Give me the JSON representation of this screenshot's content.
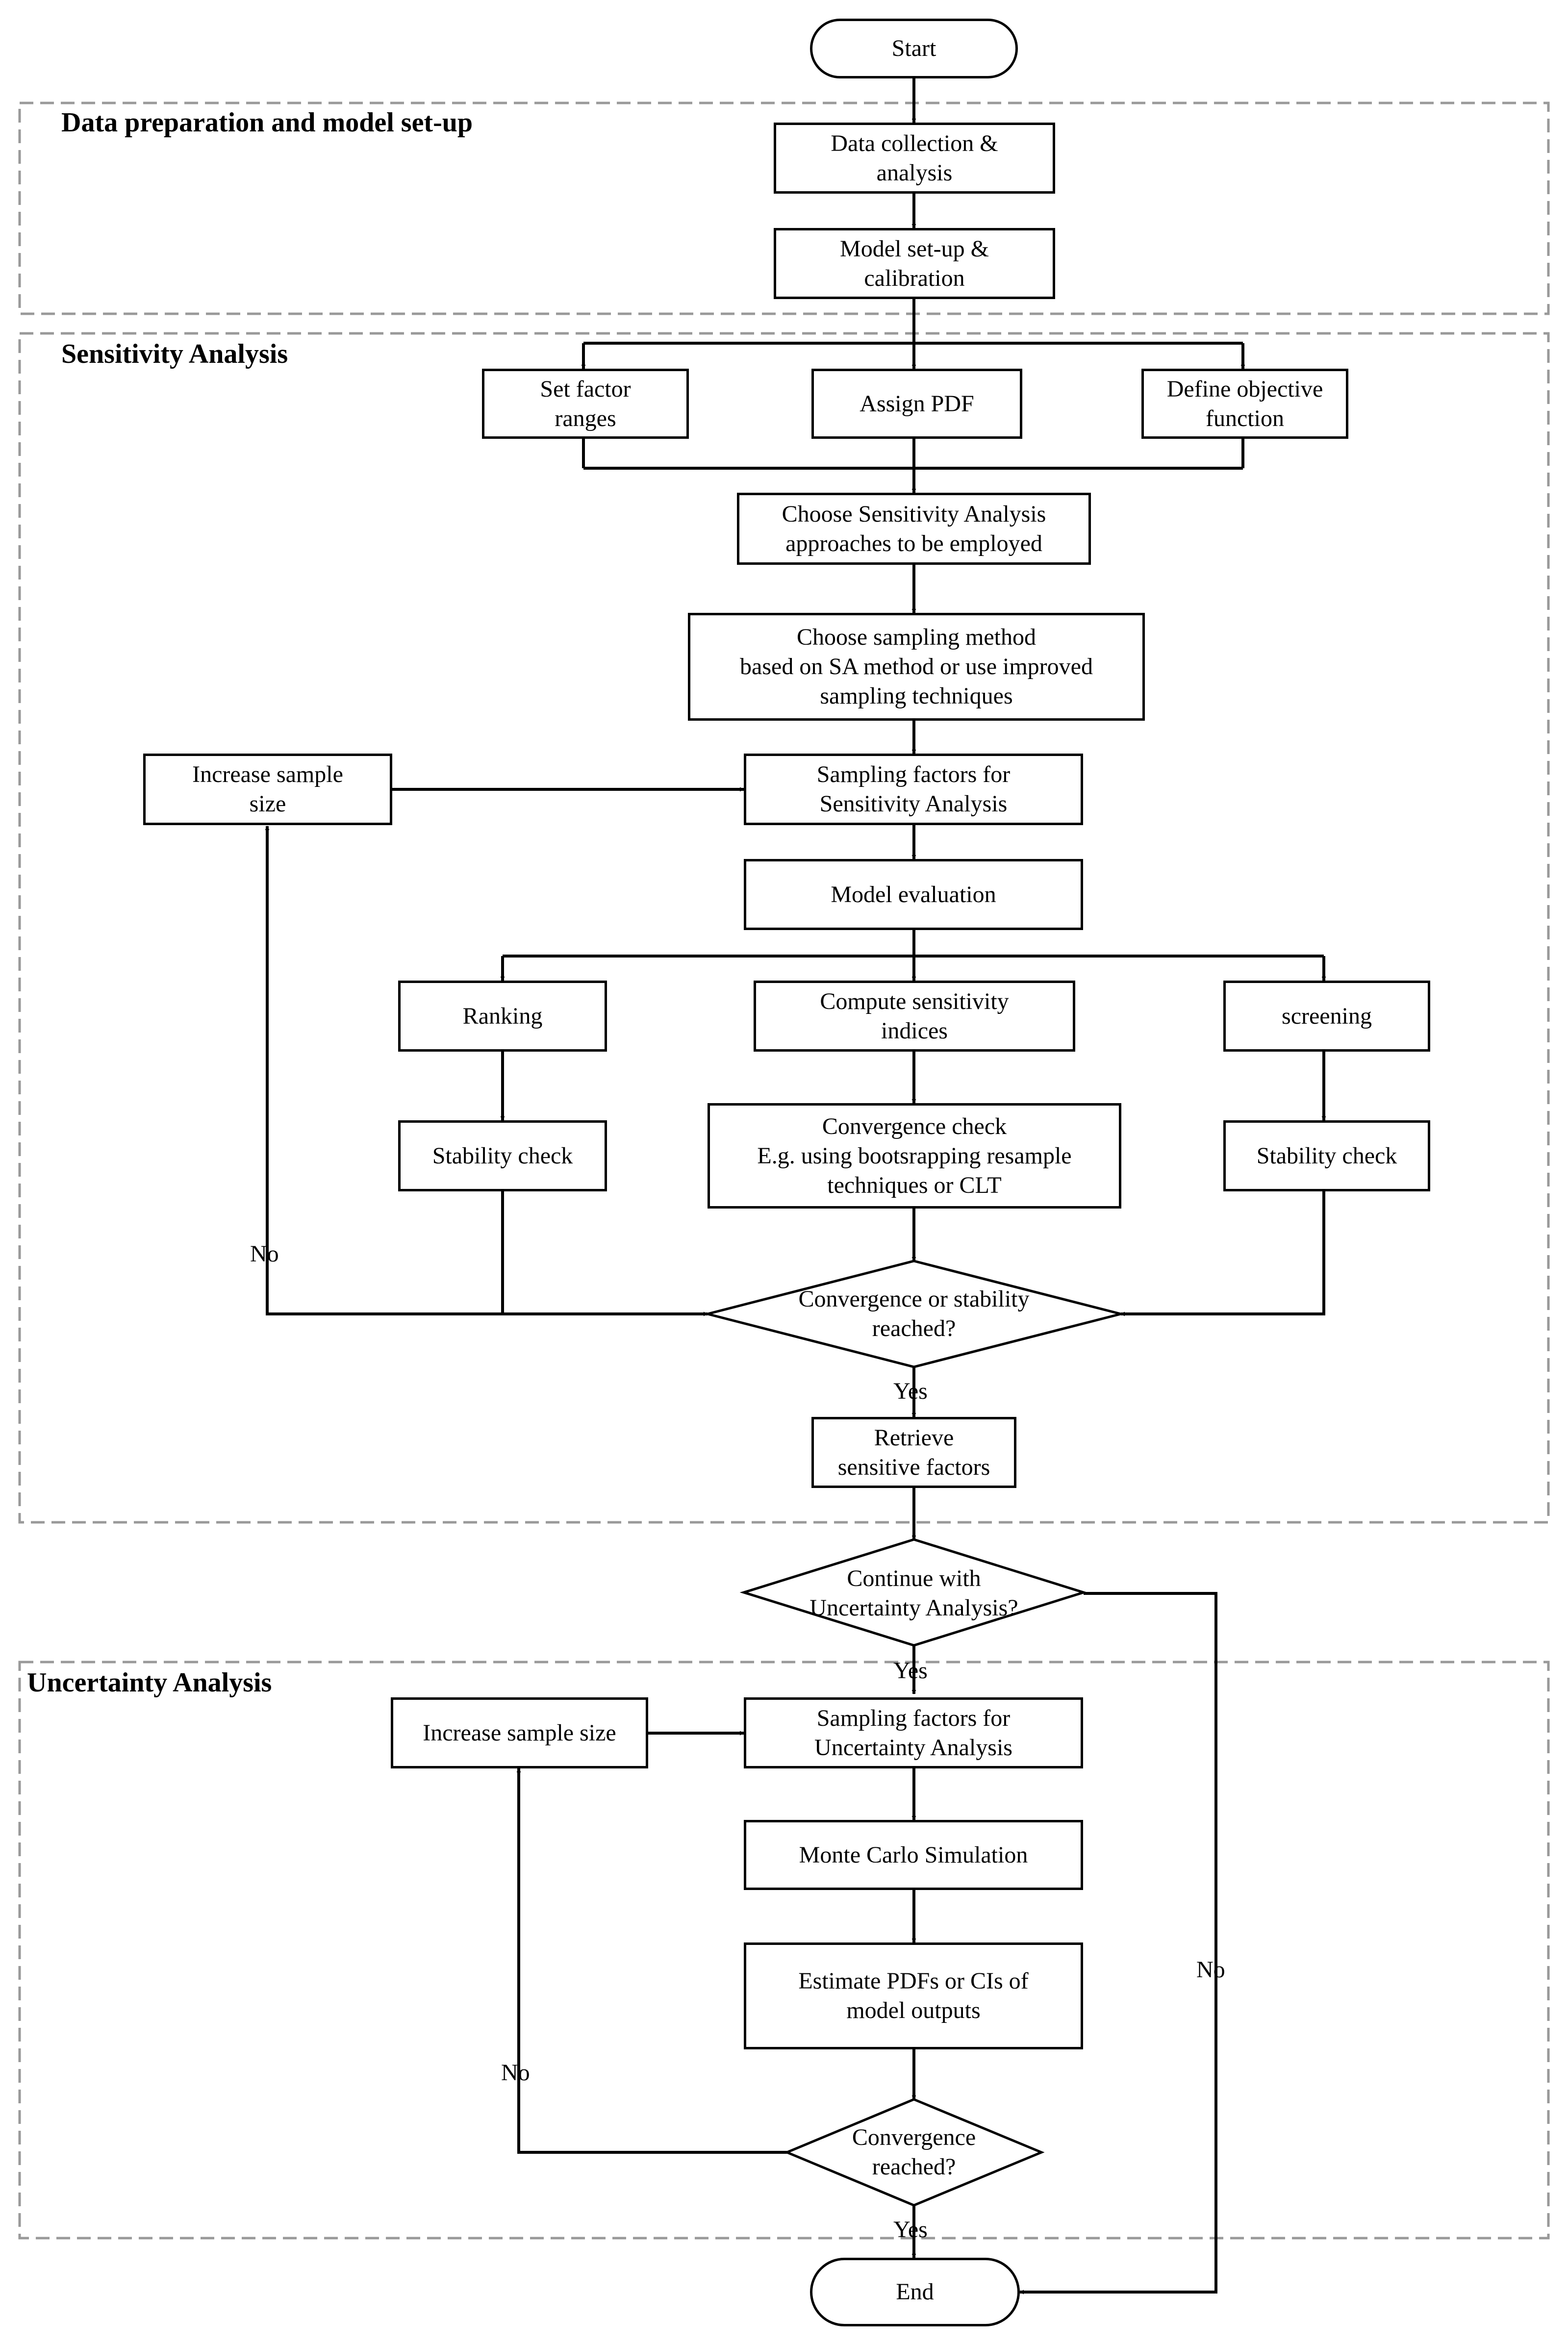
{
  "sections": {
    "data_prep": "Data preparation and model set-up",
    "sensitivity": "Sensitivity Analysis",
    "uncertainty": "Uncertainty Analysis"
  },
  "nodes": {
    "start": "Start",
    "data_collection": "Data collection &\nanalysis",
    "model_setup": "Model set-up &\ncalibration",
    "set_factor_ranges": "Set factor\nranges",
    "assign_pdf": "Assign PDF",
    "define_objective": "Define objective\nfunction",
    "choose_sa": "Choose Sensitivity Analysis\napproaches to be employed",
    "choose_sampling": "Choose sampling method\nbased on SA method or use improved\nsampling techniques",
    "increase_sample_sa": "Increase sample\nsize",
    "sampling_sa": "Sampling factors for\nSensitivity Analysis",
    "model_evaluation": "Model evaluation",
    "ranking": "Ranking",
    "compute_indices": "Compute sensitivity\nindices",
    "screening": "screening",
    "stability_check_left": "Stability check",
    "convergence_check": "Convergence check\nE.g. using bootsrapping resample\ntechniques or CLT",
    "stability_check_right": "Stability check",
    "convergence_stability": "Convergence or stability\nreached?",
    "retrieve": "Retrieve\nsensitive factors",
    "continue_ua": "Continue with\nUncertainty Analysis?",
    "increase_sample_ua": "Increase sample size",
    "sampling_ua": "Sampling factors for\nUncertainty Analysis",
    "monte_carlo": "Monte Carlo Simulation",
    "estimate_pdfs": "Estimate PDFs or CIs of\nmodel outputs",
    "convergence_reached": "Convergence\nreached?",
    "end": "End"
  },
  "edge_labels": {
    "no_sa": "No",
    "yes_sa": "Yes",
    "yes_continue": "Yes",
    "no_continue": "No",
    "no_ua": "No",
    "yes_ua": "Yes"
  }
}
